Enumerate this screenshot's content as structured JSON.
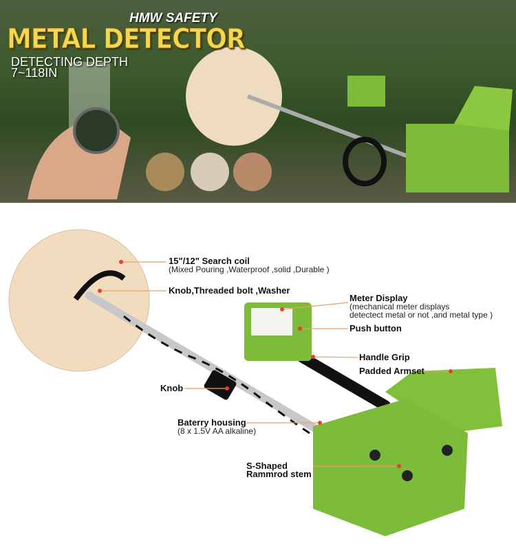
{
  "banner": {
    "brand": "HMW SAFETY",
    "title": "METAL DETECTOR",
    "depth_line1": "DETECTING DEPTH",
    "depth_line2": "7~118IN"
  },
  "callouts": {
    "coil": {
      "title": "15\"/12\" Search coil",
      "sub": "(Mixed Pouring ,Waterproof ,solid ,Durable )"
    },
    "knob_bolt": {
      "title": "Knob,Threaded bolt ,Washer"
    },
    "meter": {
      "title": "Meter Display",
      "sub1": "(mechanical meter displays",
      "sub2": "detectect metal or not ,and metal type   )"
    },
    "push": {
      "title": "Push button"
    },
    "grip": {
      "title": "Handle Grip"
    },
    "armset": {
      "title": "Padded Armset"
    },
    "knob": {
      "title": "Knob"
    },
    "battery": {
      "title": "Baterry housing",
      "sub": "(8 x 1.5V AA alkaline)"
    },
    "stem": {
      "title1": "S-Shaped",
      "title2": "Rammrod stem"
    }
  },
  "colors": {
    "body_green": "#7dbb3a",
    "coil": "#f1dcc0",
    "leader": "#f0a060",
    "dot": "#e8402a",
    "title_gold": "#f2d852"
  }
}
